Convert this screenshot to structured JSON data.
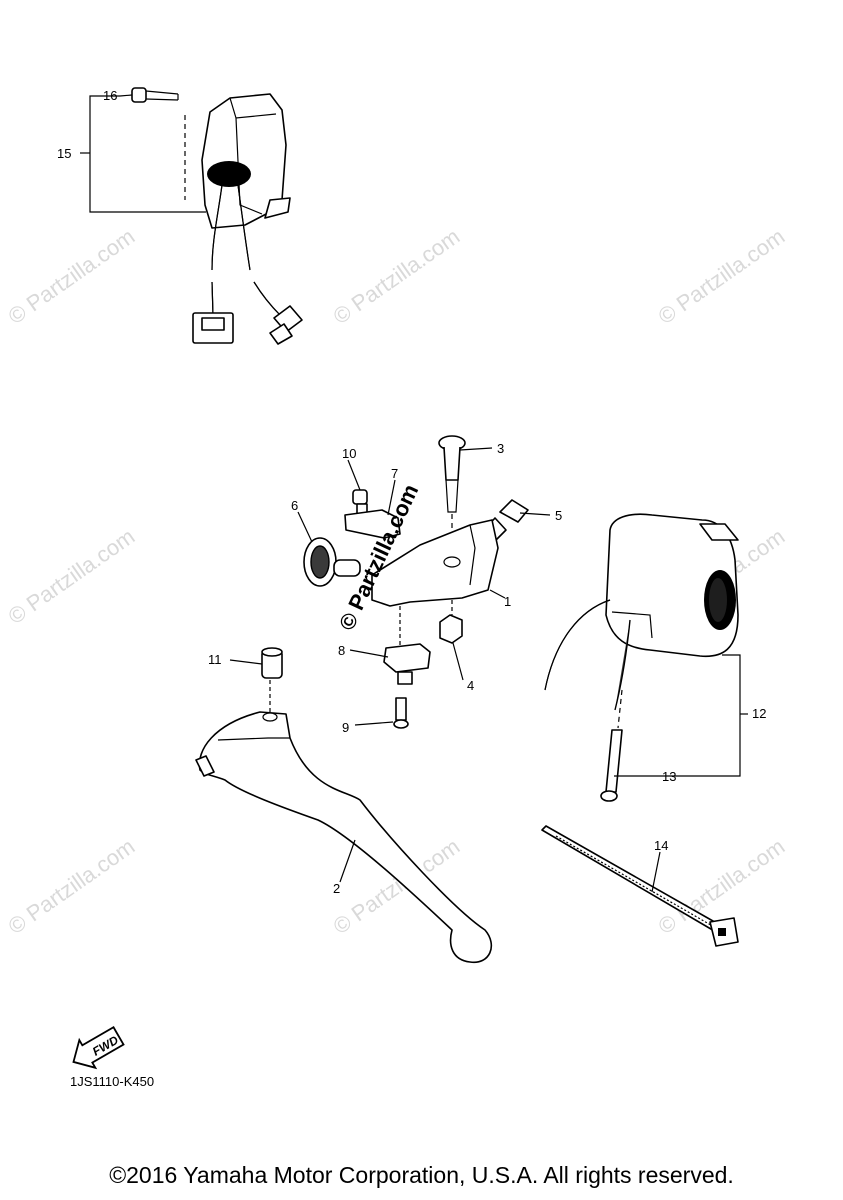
{
  "callouts": {
    "c1": "1",
    "c2": "2",
    "c3": "3",
    "c4": "4",
    "c5": "5",
    "c6": "6",
    "c7": "7",
    "c8": "8",
    "c9": "9",
    "c10": "10",
    "c11": "11",
    "c12": "12",
    "c13": "13",
    "c14": "14",
    "c15": "15",
    "c16": "16"
  },
  "fwd_label": "FWD",
  "part_code": "1JS1110-K450",
  "copyright": "©2016 Yamaha Motor Corporation, U.S.A. All rights reserved.",
  "watermark": "© Partzilla.com",
  "watermark_center": "© Partzilla.com"
}
